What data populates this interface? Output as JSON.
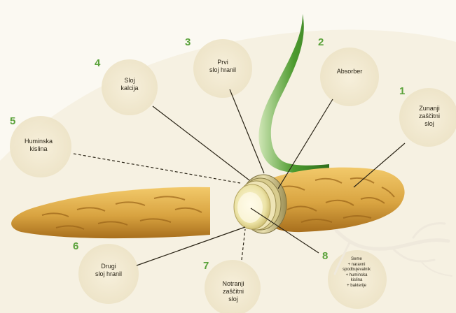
{
  "colors": {
    "background": "#f6f1e2",
    "bubble": "#efe6cd",
    "number": "#5aa23a",
    "label": "#2a2416",
    "line": "#2a2416",
    "seed_gold": "#d9a441",
    "seed_dark": "#a86f1d",
    "sprout": "#4c9a2e"
  },
  "callouts": [
    {
      "number": "1",
      "label": "Zunanji\nzaščitni\nsloj"
    },
    {
      "number": "2",
      "label": "Absorber"
    },
    {
      "number": "3",
      "label": "Prvi\nsloj hranil"
    },
    {
      "number": "4",
      "label": "Sloj\nkalcija"
    },
    {
      "number": "5",
      "label": "Huminska\nkislina"
    },
    {
      "number": "6",
      "label": "Drugi\nsloj hranil"
    },
    {
      "number": "7",
      "label": "Notranji\nzaščitni\nsloj"
    },
    {
      "number": "8",
      "label": "Seme\n+ naravni\nspodbujevalnik\n+ huminska\nkislina\n+ bakterije"
    }
  ]
}
